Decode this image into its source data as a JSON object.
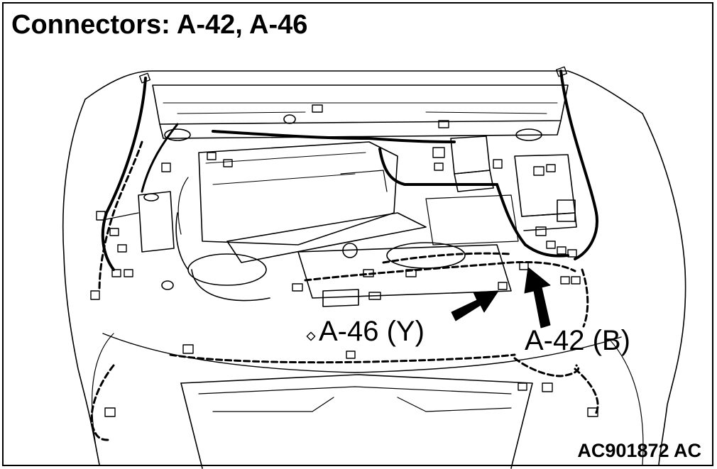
{
  "diagram": {
    "title": "Connectors: A-42, A-46",
    "callouts": [
      {
        "id": "a46",
        "label": "A-46 (Y)"
      },
      {
        "id": "a42",
        "label": "A-42 (B)"
      }
    ],
    "reference_code": "AC901872 AC",
    "colors": {
      "line": "#000000",
      "background": "#ffffff"
    }
  }
}
